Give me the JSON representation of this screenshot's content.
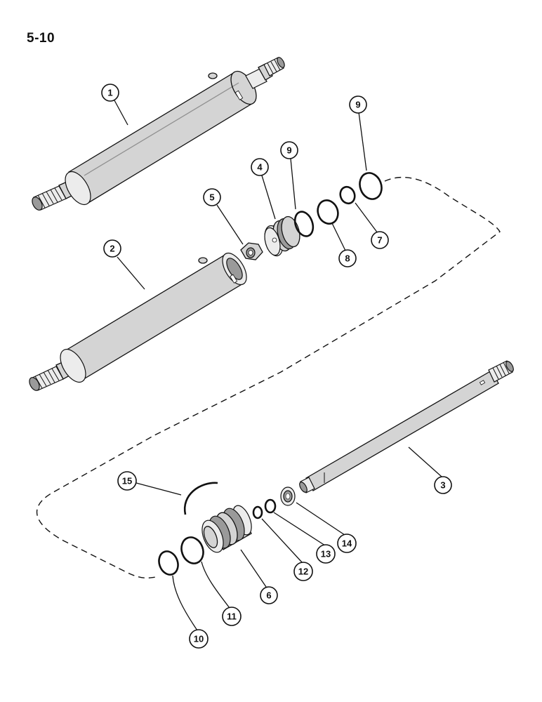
{
  "page": {
    "label": "5-10"
  },
  "callouts": [
    {
      "id": "c1",
      "text": "1"
    },
    {
      "id": "c2",
      "text": "2"
    },
    {
      "id": "c3",
      "text": "3"
    },
    {
      "id": "c4",
      "text": "4"
    },
    {
      "id": "c5",
      "text": "5"
    },
    {
      "id": "c6",
      "text": "6"
    },
    {
      "id": "c7",
      "text": "7"
    },
    {
      "id": "c8",
      "text": "8"
    },
    {
      "id": "c9a",
      "text": "9"
    },
    {
      "id": "c9b",
      "text": "9"
    },
    {
      "id": "c10",
      "text": "10"
    },
    {
      "id": "c11",
      "text": "11"
    },
    {
      "id": "c12",
      "text": "12"
    },
    {
      "id": "c13",
      "text": "13"
    },
    {
      "id": "c14",
      "text": "14"
    },
    {
      "id": "c15",
      "text": "15"
    }
  ]
}
